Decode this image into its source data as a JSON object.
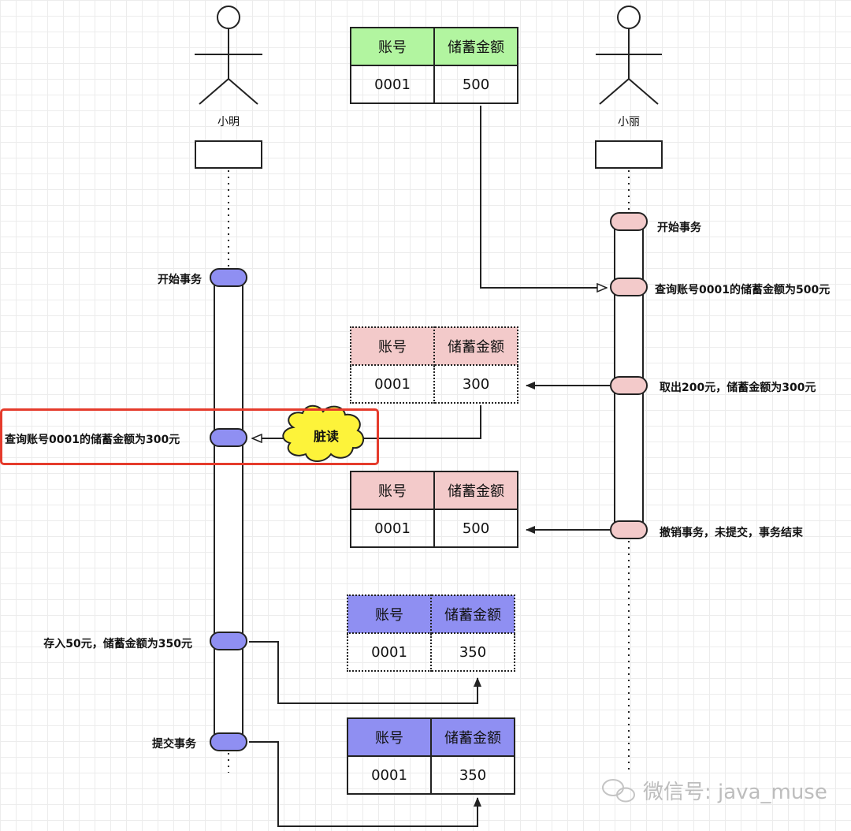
{
  "actors": {
    "left_name": "小明",
    "right_name": "小丽"
  },
  "table_headers": {
    "account": "账号",
    "balance": "储蓄金额"
  },
  "tables": [
    {
      "account": "0001",
      "balance": "500"
    },
    {
      "account": "0001",
      "balance": "300"
    },
    {
      "account": "0001",
      "balance": "500"
    },
    {
      "account": "0001",
      "balance": "350"
    },
    {
      "account": "0001",
      "balance": "350"
    }
  ],
  "left_steps": [
    "开始事务",
    "查询账号0001的储蓄金额为300元",
    "存入50元，储蓄金额为350元",
    "提交事务"
  ],
  "right_steps": [
    "开始事务",
    "查询账号0001的储蓄金额为500元",
    "取出200元，储蓄金额为300元",
    "撤销事务，未提交，事务结束"
  ],
  "dirty_read_label": "脏读",
  "watermark": "微信号: java_muse",
  "colors": {
    "green_header": "#b2f5a0",
    "pink": "#f3caca",
    "blue": "#8f8ff2",
    "cloud": "#fdf33a",
    "highlight_border": "#e53b2c"
  }
}
